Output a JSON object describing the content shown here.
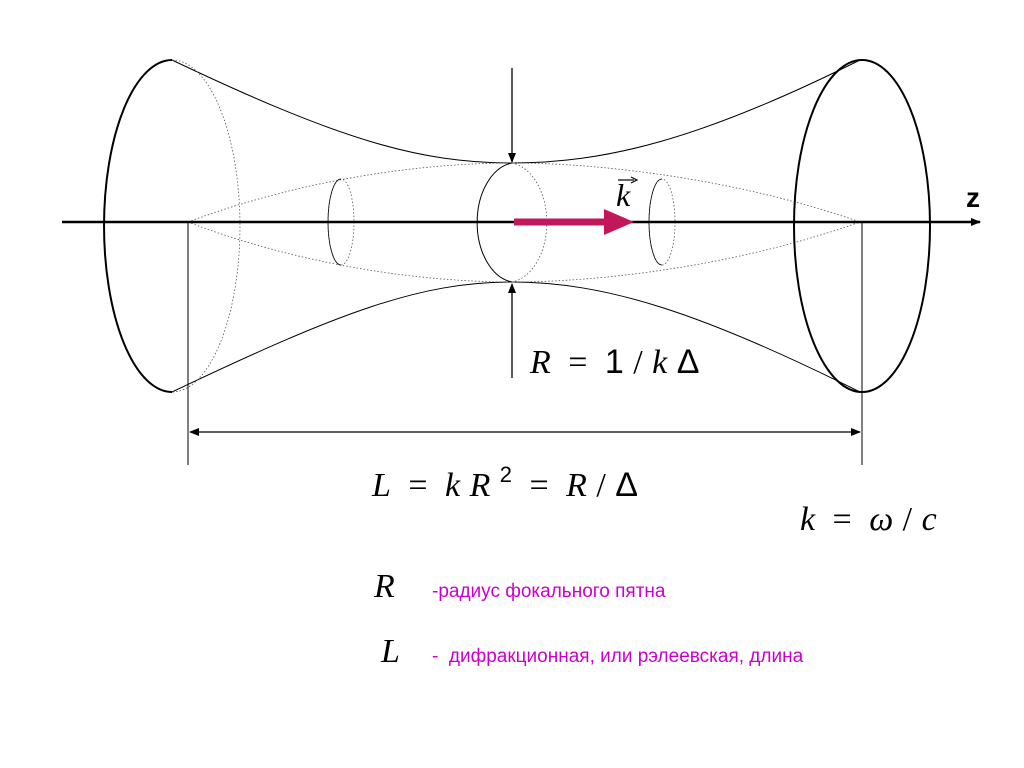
{
  "diagram": {
    "axis_label": "z",
    "wave_vector_label": "k",
    "formula_radius": {
      "lhs": "R",
      "eq": "=",
      "one": "1",
      "slash": "/",
      "k": "k",
      "delta": "Δ"
    },
    "formula_length": {
      "L": "L",
      "eq1": "=",
      "k": "k",
      "R": "R",
      "sup": "2",
      "eq2": "=",
      "R2": "R",
      "slash": "/",
      "delta": "Δ"
    },
    "formula_k": {
      "k": "k",
      "eq": "=",
      "omega": "ω",
      "slash": "/",
      "c": "c"
    }
  },
  "legend": {
    "items": [
      {
        "symbol": "R",
        "text": "-радиус фокального пятна"
      },
      {
        "symbol": "L",
        "text": "-  дифракционная, или рэлеевская, длина"
      }
    ]
  },
  "colors": {
    "arrow": "#c2185b",
    "legend_text": "#cc00cc",
    "line": "#000000"
  }
}
